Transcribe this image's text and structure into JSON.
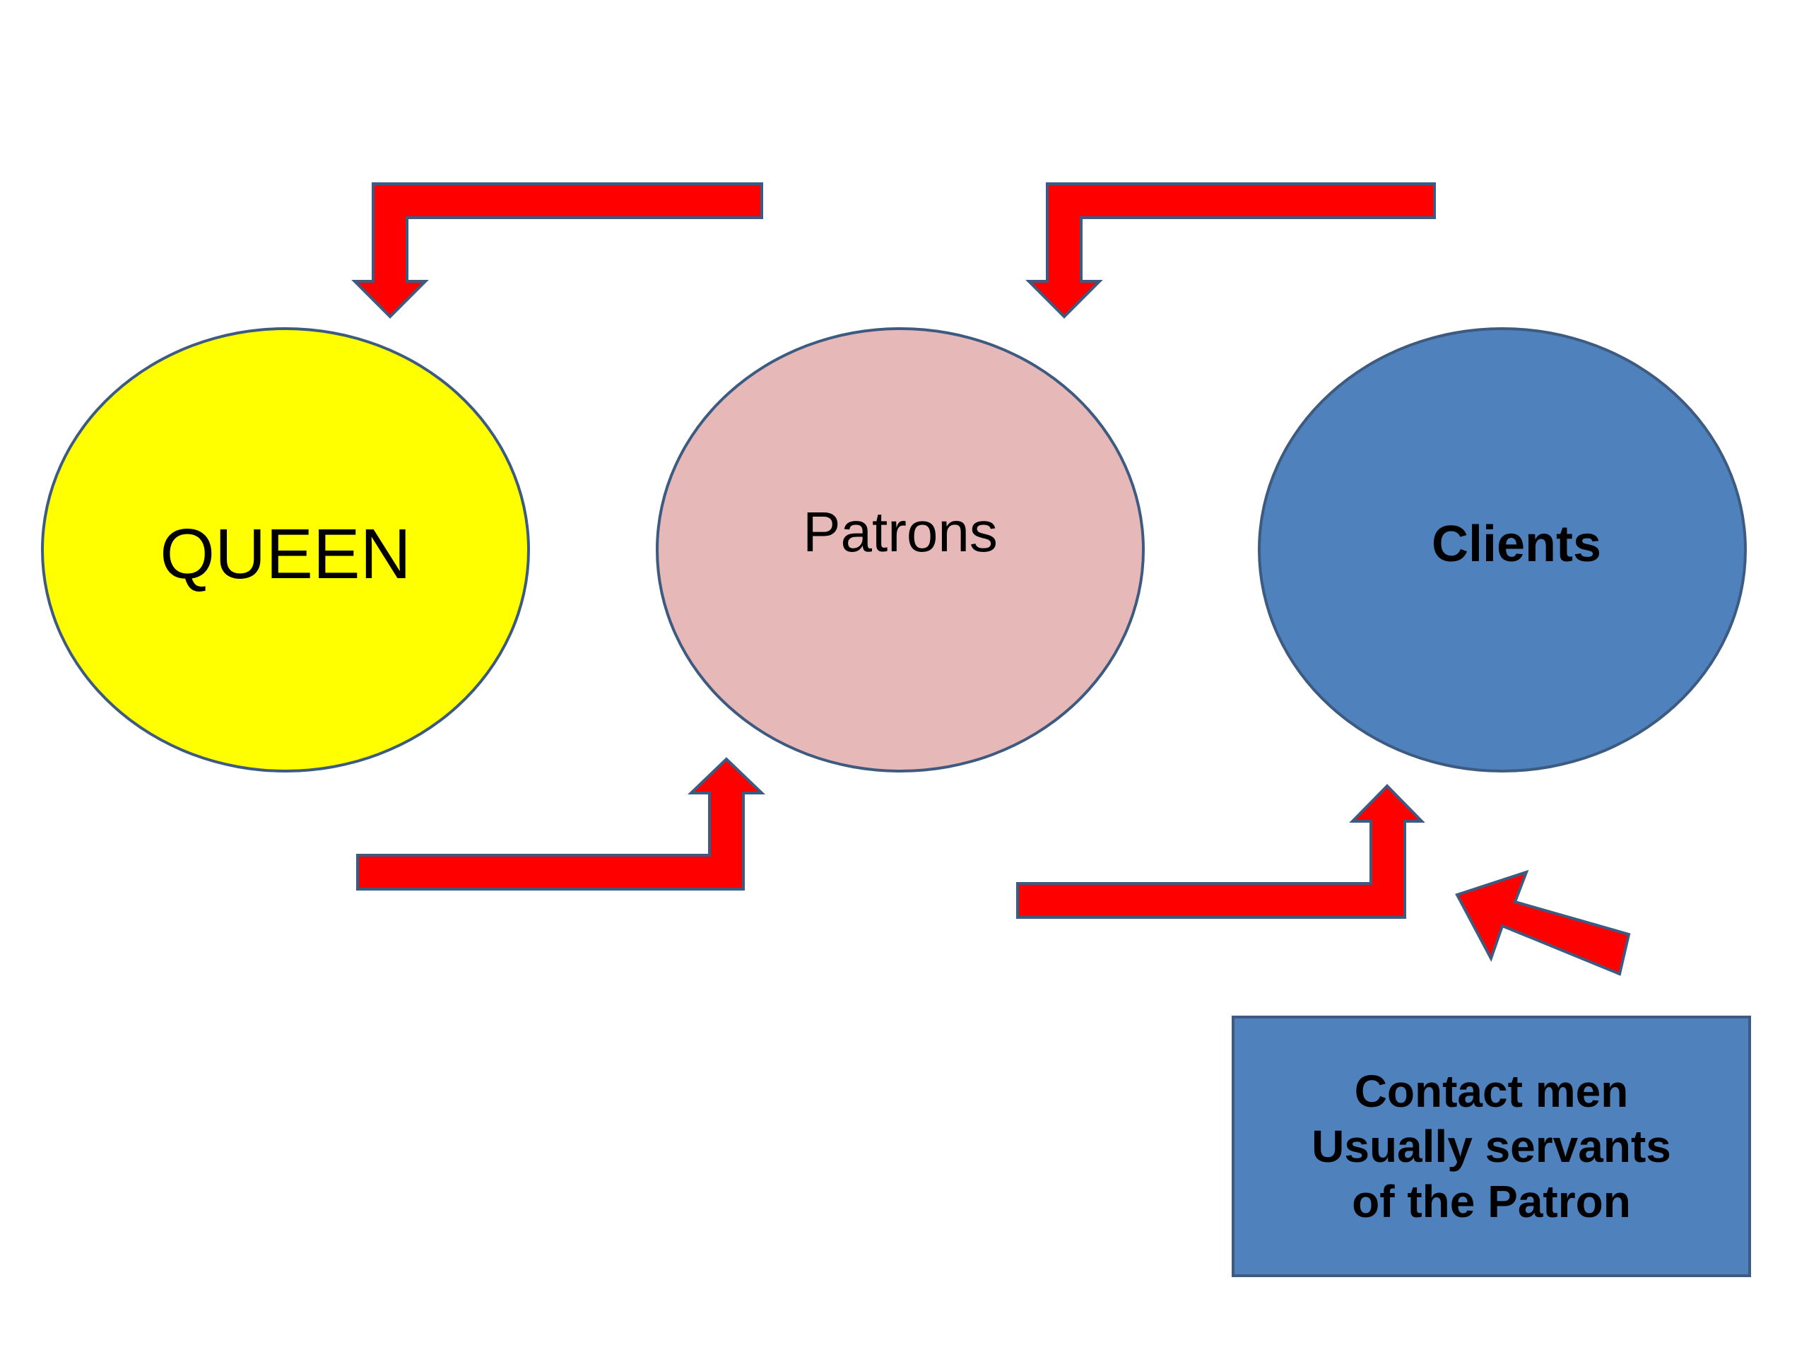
{
  "nodes": {
    "queen": {
      "label": "QUEEN",
      "color": "#ffff00"
    },
    "patrons": {
      "label": "Patrons",
      "color": "#e6b8b8"
    },
    "clients": {
      "label": "Clients",
      "color": "#4f81bd"
    }
  },
  "note": {
    "lines": [
      "Contact men",
      "Usually servants",
      "of the Patron"
    ],
    "color": "#4f81bd"
  },
  "arrow_color": "#ff0000",
  "arrow_outline": "#3d5a80"
}
